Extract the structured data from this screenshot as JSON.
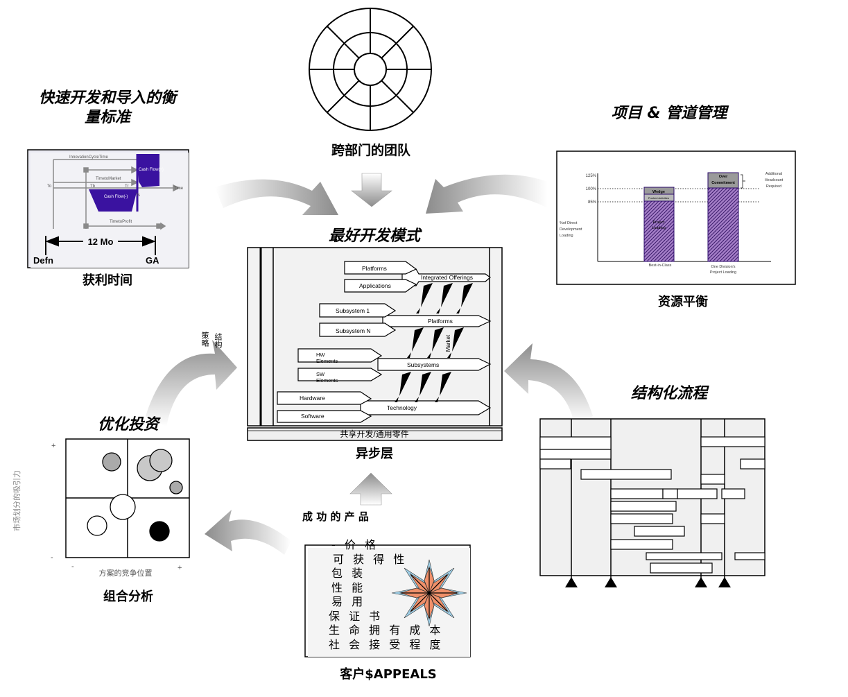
{
  "titles": {
    "rapid_metrics": "快速开发和导入的衡量标准",
    "rapid_metrics_l1": "快速开发和导入的衡",
    "rapid_metrics_l2": "量标准",
    "cross_team": "跨部门的团队",
    "project_pipeline": "项目 & 管道管理",
    "best_model": "最好开发模式",
    "structured_process": "结构化流程",
    "optimize_invest": "优化投资"
  },
  "captions": {
    "time_to_profit": "获利时间",
    "resource_balance": "资源平衡",
    "async_layer": "异步层",
    "portfolio": "组合分析",
    "customer": "客户$APPEALS",
    "success_product": "成 功 的 产 品"
  },
  "profit_chart": {
    "labels": [
      "InnovationCycleTime",
      "TimetoMarket",
      "TimetoProfit",
      "Cash Flow(+)",
      "Cash Flow(-)",
      "Time",
      "To",
      "Tb",
      "Tr",
      "Ts"
    ],
    "span": "12 Mo",
    "left": "Defn",
    "right": "GA"
  },
  "resource_chart": {
    "y_ticks": [
      "125%",
      "100%",
      "85%"
    ],
    "ylabel": "%of Direct Development Loading",
    "bars": [
      {
        "label": "Best-in-Class",
        "segments": [
          "Wedge",
          "Pushed Activities",
          "Project Loading"
        ]
      },
      {
        "label": "One Division's Project Loading",
        "segments": [
          "Over Commitment"
        ]
      }
    ],
    "note": "Additional Headcount Required",
    "colors": {
      "hatch": "#8050a8",
      "cap": "#9a9a9a",
      "outline": "#2a0a6a"
    }
  },
  "model": {
    "side_labels": [
      "策略",
      "结构"
    ],
    "market": "Market",
    "rows": [
      {
        "inputs": [
          "Platforms",
          "Applications"
        ],
        "output": "Integrated Offerings"
      },
      {
        "inputs": [
          "Subsystem 1",
          "Subsystem N"
        ],
        "output": "Platforms"
      },
      {
        "inputs": [
          "HW Elements",
          "SW Elements"
        ],
        "output": "Subsystems"
      },
      {
        "inputs": [
          "Hardware",
          "Software"
        ],
        "output": "Technology"
      }
    ],
    "footer": "共享开发/通用零件"
  },
  "portfolio": {
    "ylabel": "市场划分的吸引力",
    "xlabel": "方案的竞争位置",
    "plus": "+",
    "minus": "-"
  },
  "appeals": {
    "items": [
      "- 价 格",
      "可 获 得 性",
      "包 装",
      "性 能",
      "易 用",
      "保 证 书",
      "生 命 拥 有 成 本",
      "社 会 接 受 程 度"
    ],
    "colors": {
      "petal": "#f0906a",
      "tip": "#9fd0e8"
    }
  }
}
